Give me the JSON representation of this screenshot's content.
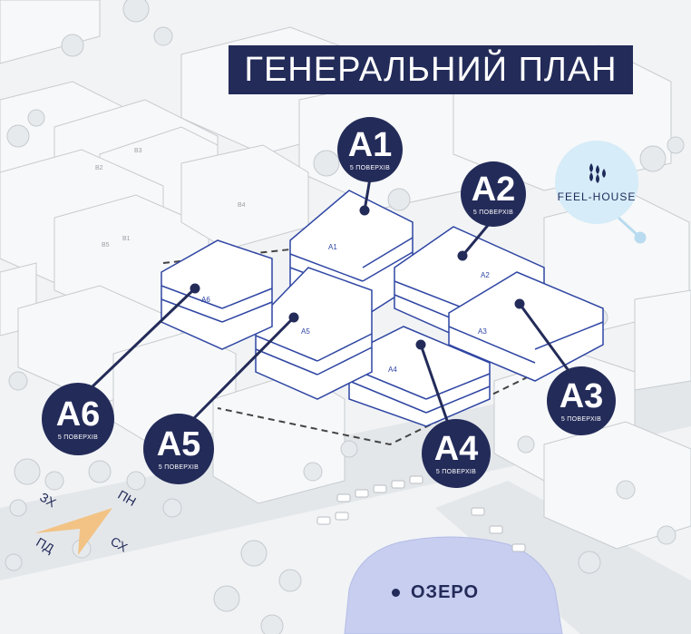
{
  "title": "ГЕНЕРАЛЬНИЙ ПЛАН",
  "colors": {
    "navy": "#232b59",
    "outline": "#2f46a3",
    "logo_bg": "#d6ecf8",
    "lake": "#c8cef0"
  },
  "buildings": [
    {
      "code": "A1",
      "floors": "5 ПОВЕРХІВ",
      "label": "A1"
    },
    {
      "code": "A2",
      "floors": "5 ПОВЕРХІВ",
      "label": "A2"
    },
    {
      "code": "A3",
      "floors": "5 ПОВЕРХІВ",
      "label": "A3"
    },
    {
      "code": "A4",
      "floors": "5 ПОВЕРХІВ",
      "label": "A4"
    },
    {
      "code": "A5",
      "floors": "5 ПОВЕРХІВ",
      "label": "A5"
    },
    {
      "code": "A6",
      "floors": "5 ПОВЕРХІВ",
      "label": "A6"
    }
  ],
  "context_blocks": [
    "B1",
    "B2",
    "B3",
    "B4",
    "B5"
  ],
  "brand": {
    "name": "FEEL-HOUSE",
    "icon": "water-drops-icon"
  },
  "compass": {
    "north": "ПН",
    "south": "ПД",
    "east": "СХ",
    "west": "ЗХ"
  },
  "lake": "ОЗЕРО"
}
